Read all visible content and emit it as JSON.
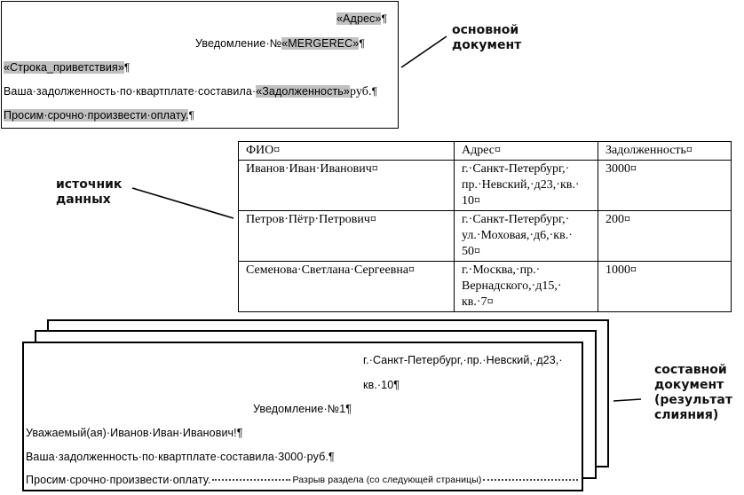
{
  "main_document": {
    "label": [
      "основной",
      "документ"
    ],
    "lines": {
      "address_field": "«Адрес»",
      "notice_prefix": "Уведомление·№",
      "notice_field": "«MERGEREC»",
      "greeting_field": "«Строка_приветствия»",
      "debt_prefix": "Ваша·задолженность·по·квартплате·составила·",
      "debt_field": "«Задолженность»",
      "debt_suffix": "руб.",
      "request": "Просим·срочно·произвести·оплату.",
      "pilcrow": "¶"
    }
  },
  "data_source": {
    "label": [
      "источник",
      "данных"
    ],
    "columns": [
      "ФИО¤",
      "Адрес¤",
      "Задолженность¤"
    ],
    "rows": [
      {
        "fio": "Иванов·Иван·Иванович¤",
        "address": [
          "г.·Санкт-Петербург,·",
          "пр.·Невский,·д23,·кв.·",
          "10¤"
        ],
        "debt": "3000¤"
      },
      {
        "fio": "Петров·Пётр·Петрович¤",
        "address": [
          "г.·Санкт-Петербург,·",
          "ул.·Моховая,·д6,·кв.·",
          "50¤"
        ],
        "debt": "200¤"
      },
      {
        "fio": "Семенова·Светлана·Сергеевна¤",
        "address": [
          "г.·Москва,·пр.·",
          "Вернадского,·д15,·",
          "кв.·7¤"
        ],
        "debt": "1000¤"
      }
    ]
  },
  "merged_document": {
    "label": [
      "составной",
      "документ",
      "(результат",
      "слияния)"
    ],
    "lines": {
      "address_1": "г.·Санкт-Петербург,·пр.·Невский,·д23,·",
      "address_2": "кв.·10¶",
      "notice": "Уведомление·№1¶",
      "greeting": "Уважаемый(ая)·Иванов·Иван·Иванович!¶",
      "debt": "Ваша·задолженность·по·квартплате·составила·3000·руб.¶",
      "request": "Просим·срочно·произвести·оплату.",
      "section_break": "Разрыв раздела (со следующей страницы)"
    }
  }
}
